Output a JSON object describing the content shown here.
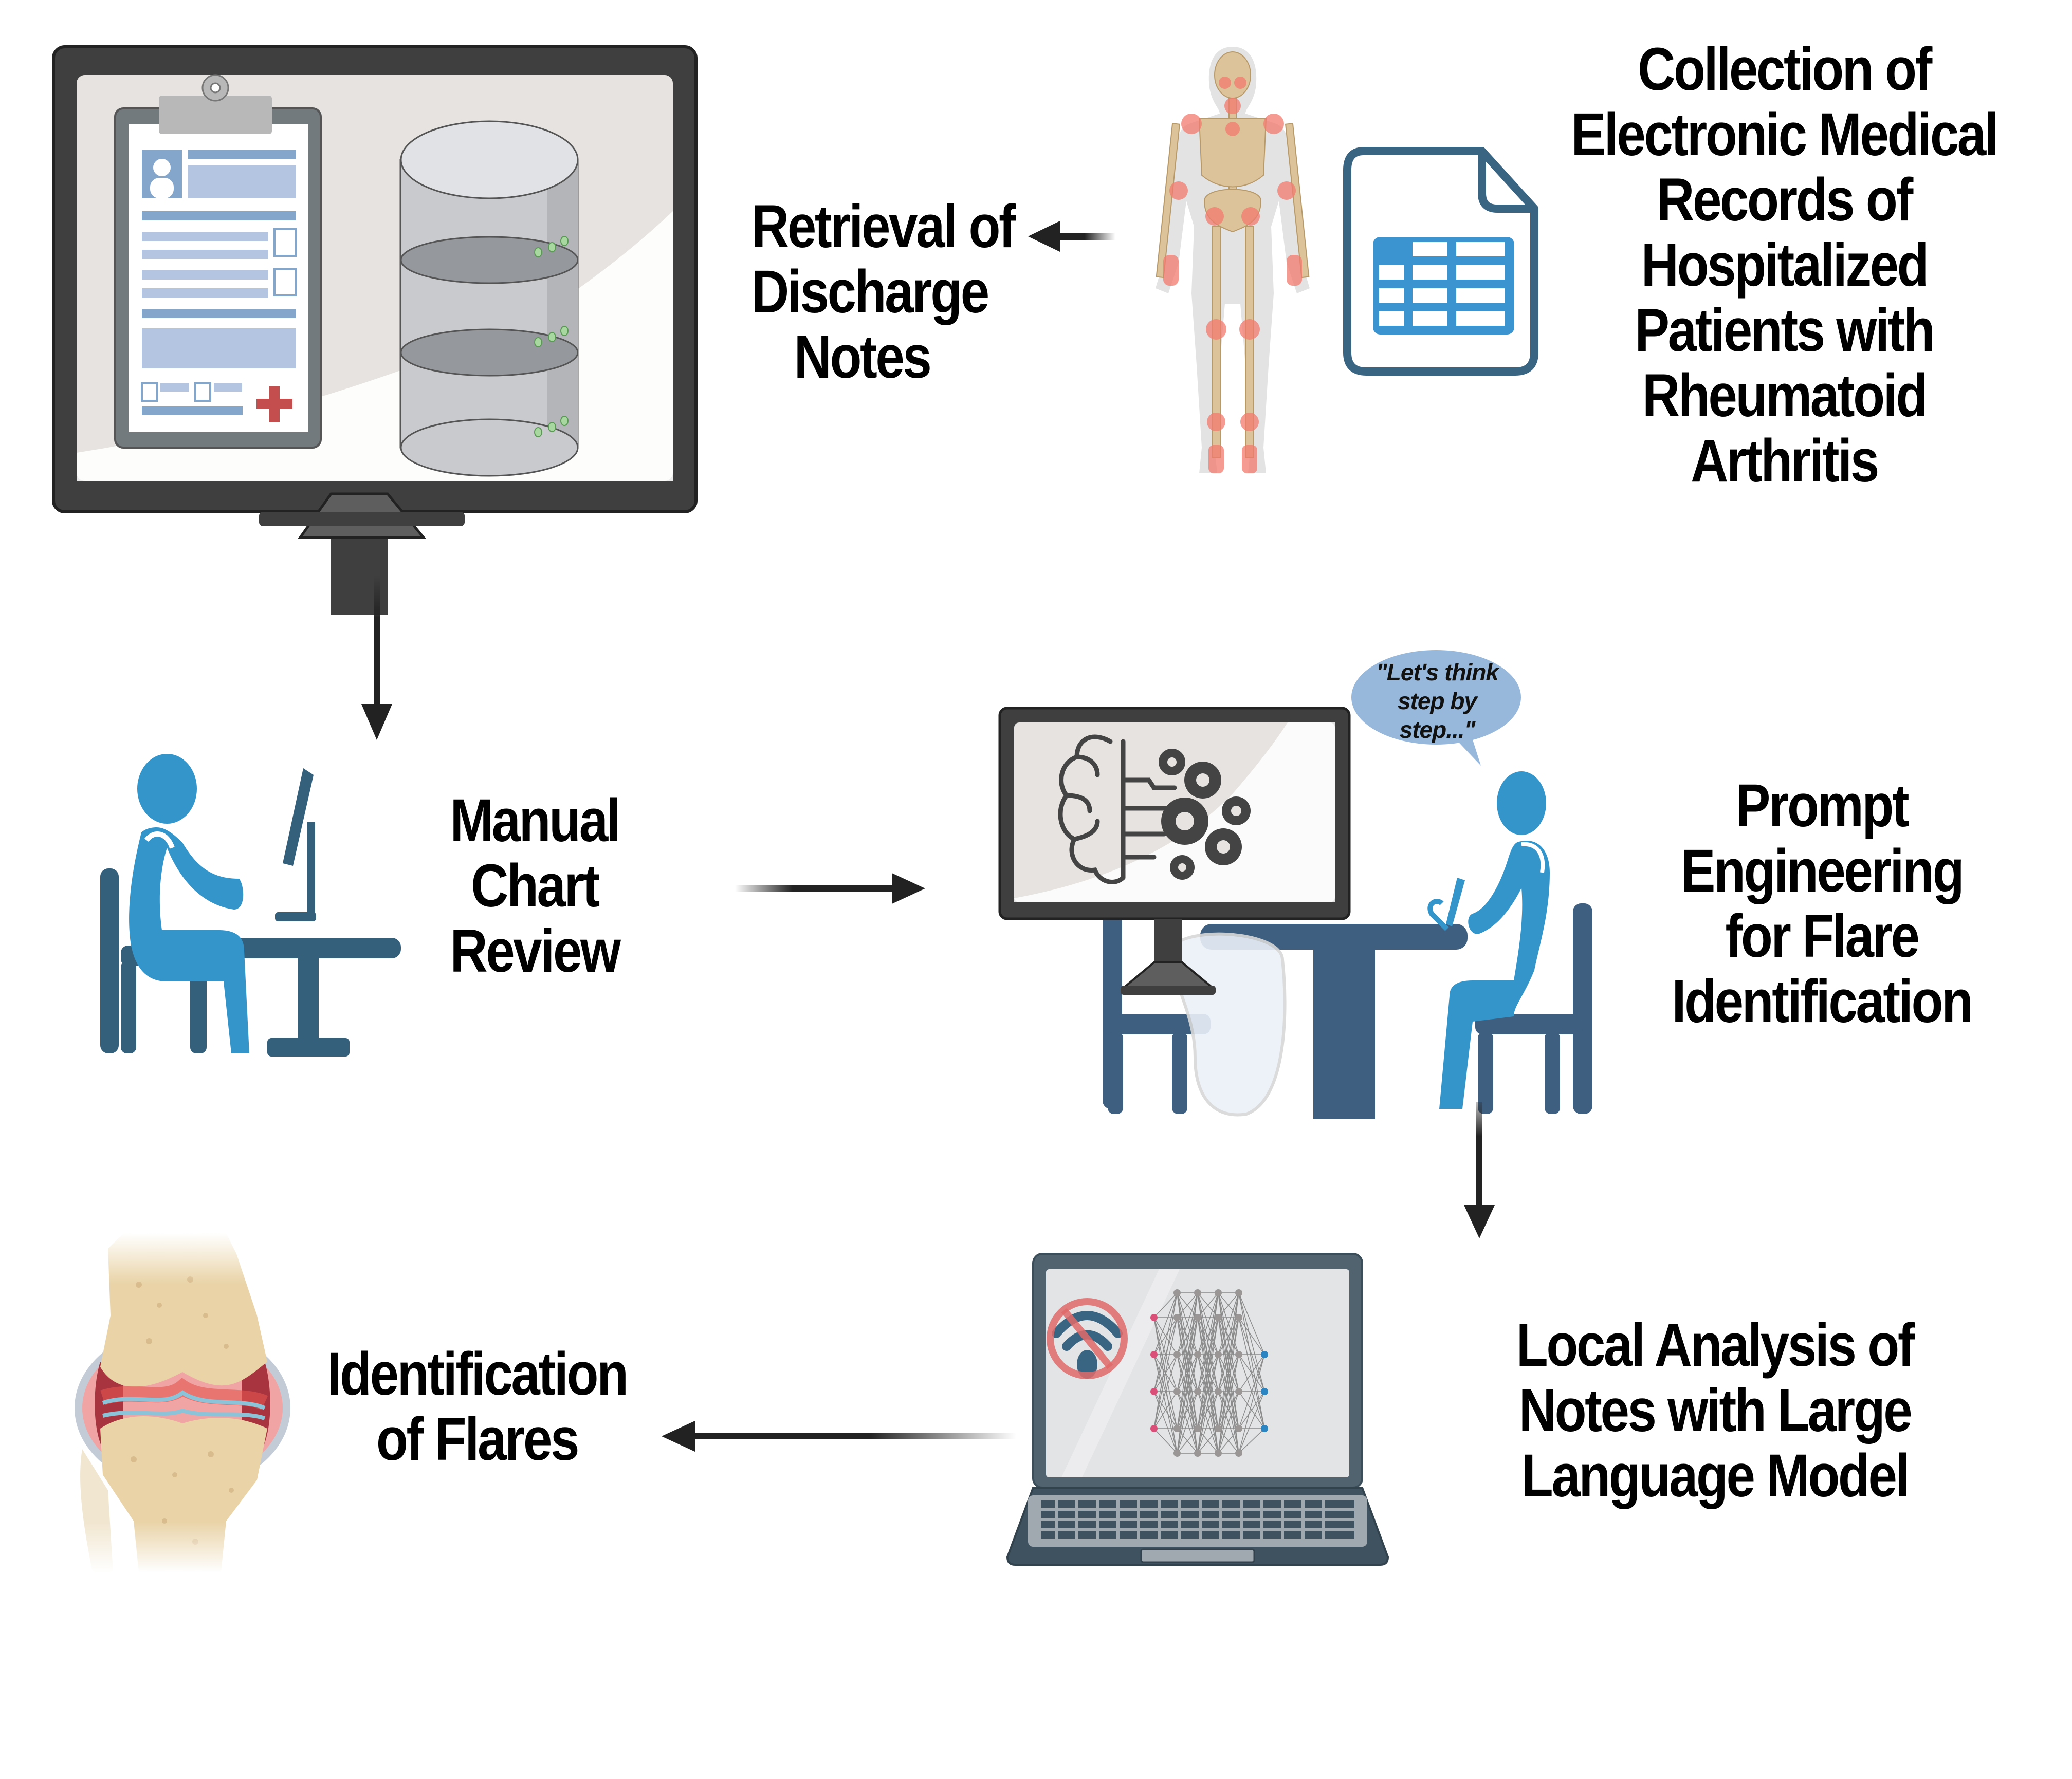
{
  "diagram": {
    "title": "Workflow for identification of rheumatoid arthritis flares from discharge notes",
    "steps": [
      {
        "id": "collection",
        "lines": [
          "Collection of",
          "Electronic Medical",
          "Records of",
          "Hospitalized",
          "Patients with",
          "Rheumatoid",
          "Arthritis"
        ],
        "icons": [
          "skeleton-joints-icon",
          "spreadsheet-document-icon"
        ]
      },
      {
        "id": "retrieval",
        "lines": [
          "Retrieval of",
          "Discharge",
          "Notes"
        ],
        "icons": [
          "monitor-icon",
          "clipboard-record-icon",
          "database-icon"
        ]
      },
      {
        "id": "manual-review",
        "lines": [
          "Manual",
          "Chart",
          "Review"
        ],
        "icons": [
          "person-at-computer-icon"
        ]
      },
      {
        "id": "prompt-engineering",
        "lines": [
          "Prompt",
          "Engineering",
          "for Flare",
          "Identification"
        ],
        "icons": [
          "monitor-brain-gears-icon",
          "person-writing-icon"
        ],
        "speech_bubble": [
          "\"Let's think",
          "step by",
          "step...\""
        ]
      },
      {
        "id": "local-analysis",
        "lines": [
          "Local Analysis of",
          "Notes with Large",
          "Language Model"
        ],
        "icons": [
          "laptop-icon",
          "no-wifi-icon",
          "neural-network-icon"
        ]
      },
      {
        "id": "identification",
        "lines": [
          "Identification",
          "of Flares"
        ],
        "icons": [
          "inflamed-knee-joint-icon"
        ]
      }
    ],
    "arrows": [
      {
        "from": "collection",
        "to": "retrieval",
        "direction": "left"
      },
      {
        "from": "retrieval",
        "to": "manual-review",
        "direction": "down"
      },
      {
        "from": "manual-review",
        "to": "prompt-engineering",
        "direction": "right"
      },
      {
        "from": "prompt-engineering",
        "to": "local-analysis",
        "direction": "down"
      },
      {
        "from": "local-analysis",
        "to": "identification",
        "direction": "left"
      }
    ]
  },
  "colors": {
    "monitor_frame": "#3f3f3f",
    "screen_bg": "#e6e3e1",
    "person_blue": "#3495cb",
    "furniture_blue": "#34607c",
    "doc_blue": "#3b94cf",
    "doc_outline": "#3a6582",
    "bubble": "#97b8da",
    "inflammation_red": "#e4574f",
    "bone": "#e9d3a7",
    "arrow": "#222222"
  }
}
